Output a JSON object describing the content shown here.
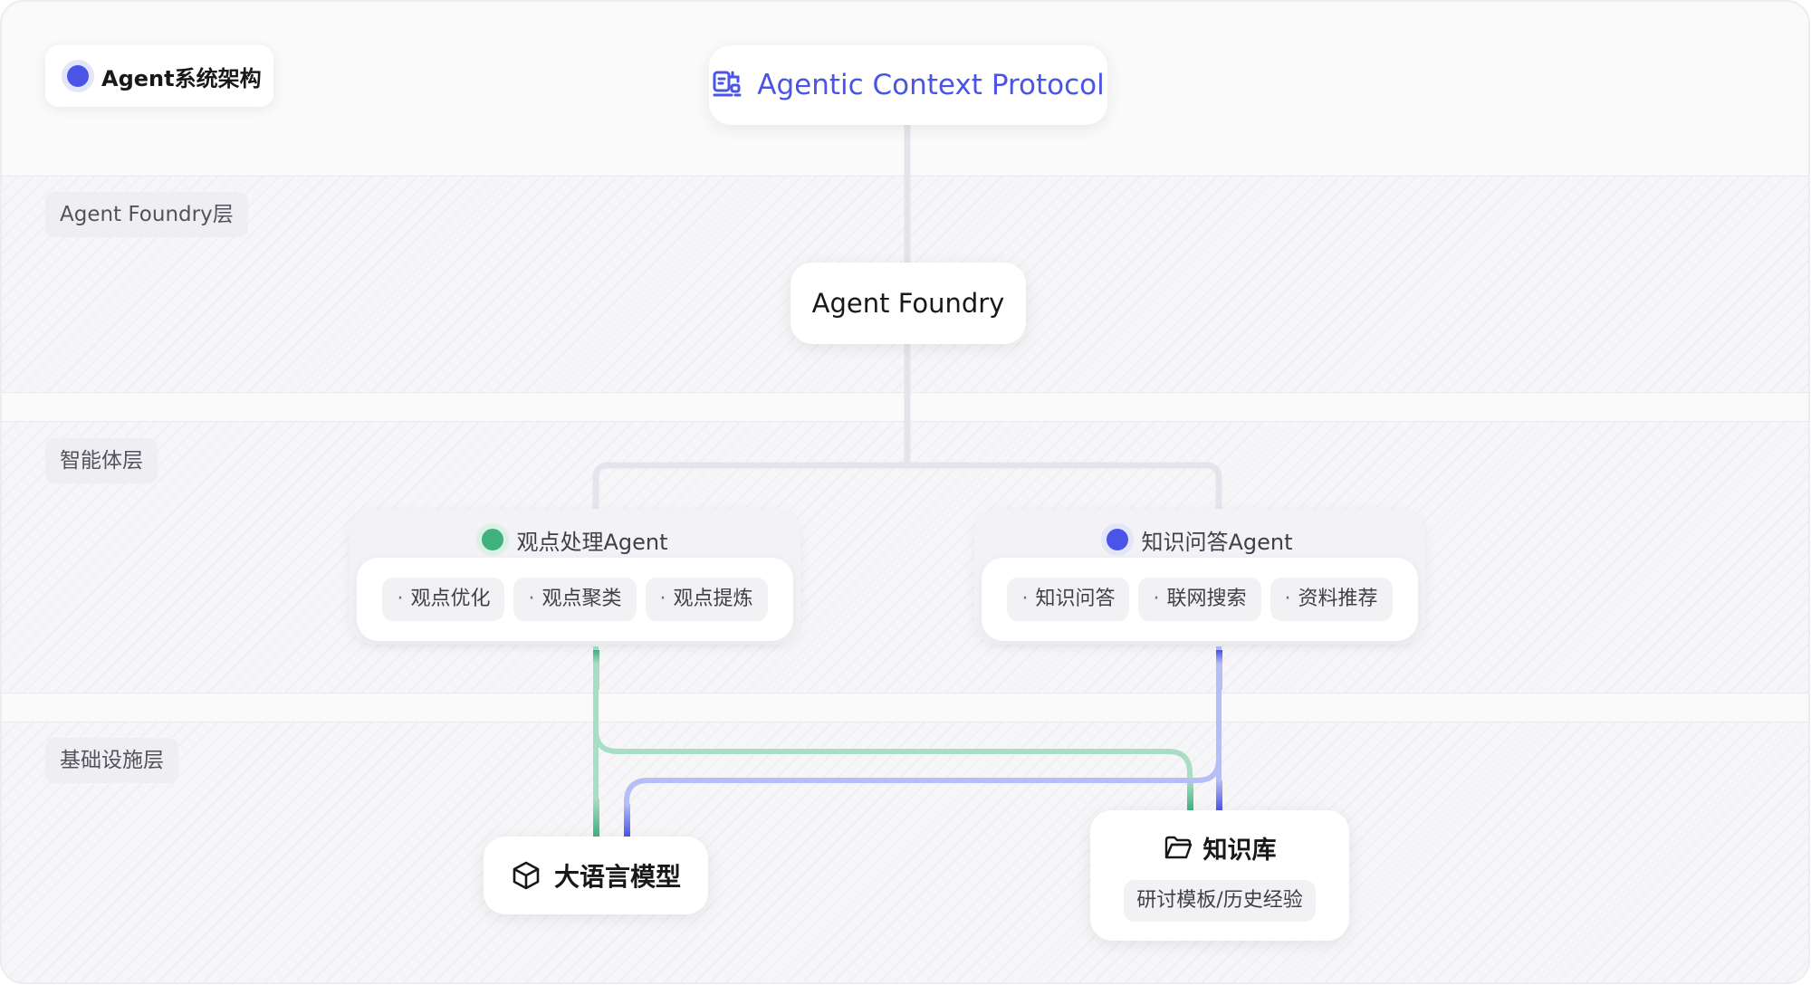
{
  "diagram": {
    "title": "Agent系统架构",
    "layers": [
      {
        "label": "Agent Foundry层"
      },
      {
        "label": "智能体层"
      },
      {
        "label": "基础设施层"
      }
    ],
    "protocol": {
      "label": "Agentic Context Protocol",
      "icon": "protocol-icon"
    },
    "foundry": {
      "label": "Agent Foundry"
    },
    "agents": [
      {
        "name": "观点处理Agent",
        "status_color": "#3fb27f",
        "capabilities": [
          "观点优化",
          "观点聚类",
          "观点提炼"
        ]
      },
      {
        "name": "知识问答Agent",
        "status_color": "#4a55e8",
        "capabilities": [
          "知识问答",
          "联网搜索",
          "资料推荐"
        ]
      }
    ],
    "infrastructure": {
      "llm": {
        "label": "大语言模型",
        "icon": "cube-icon"
      },
      "kb": {
        "label": "知识库",
        "icon": "folder-icon",
        "detail": "研讨模板/历史经验"
      }
    },
    "colors": {
      "accent": "#4a55e8",
      "green": "#3fb27f",
      "green_line": "#a8dfc4",
      "blue_line": "#b7bdf5",
      "trunk": "#e4e4ec"
    }
  }
}
